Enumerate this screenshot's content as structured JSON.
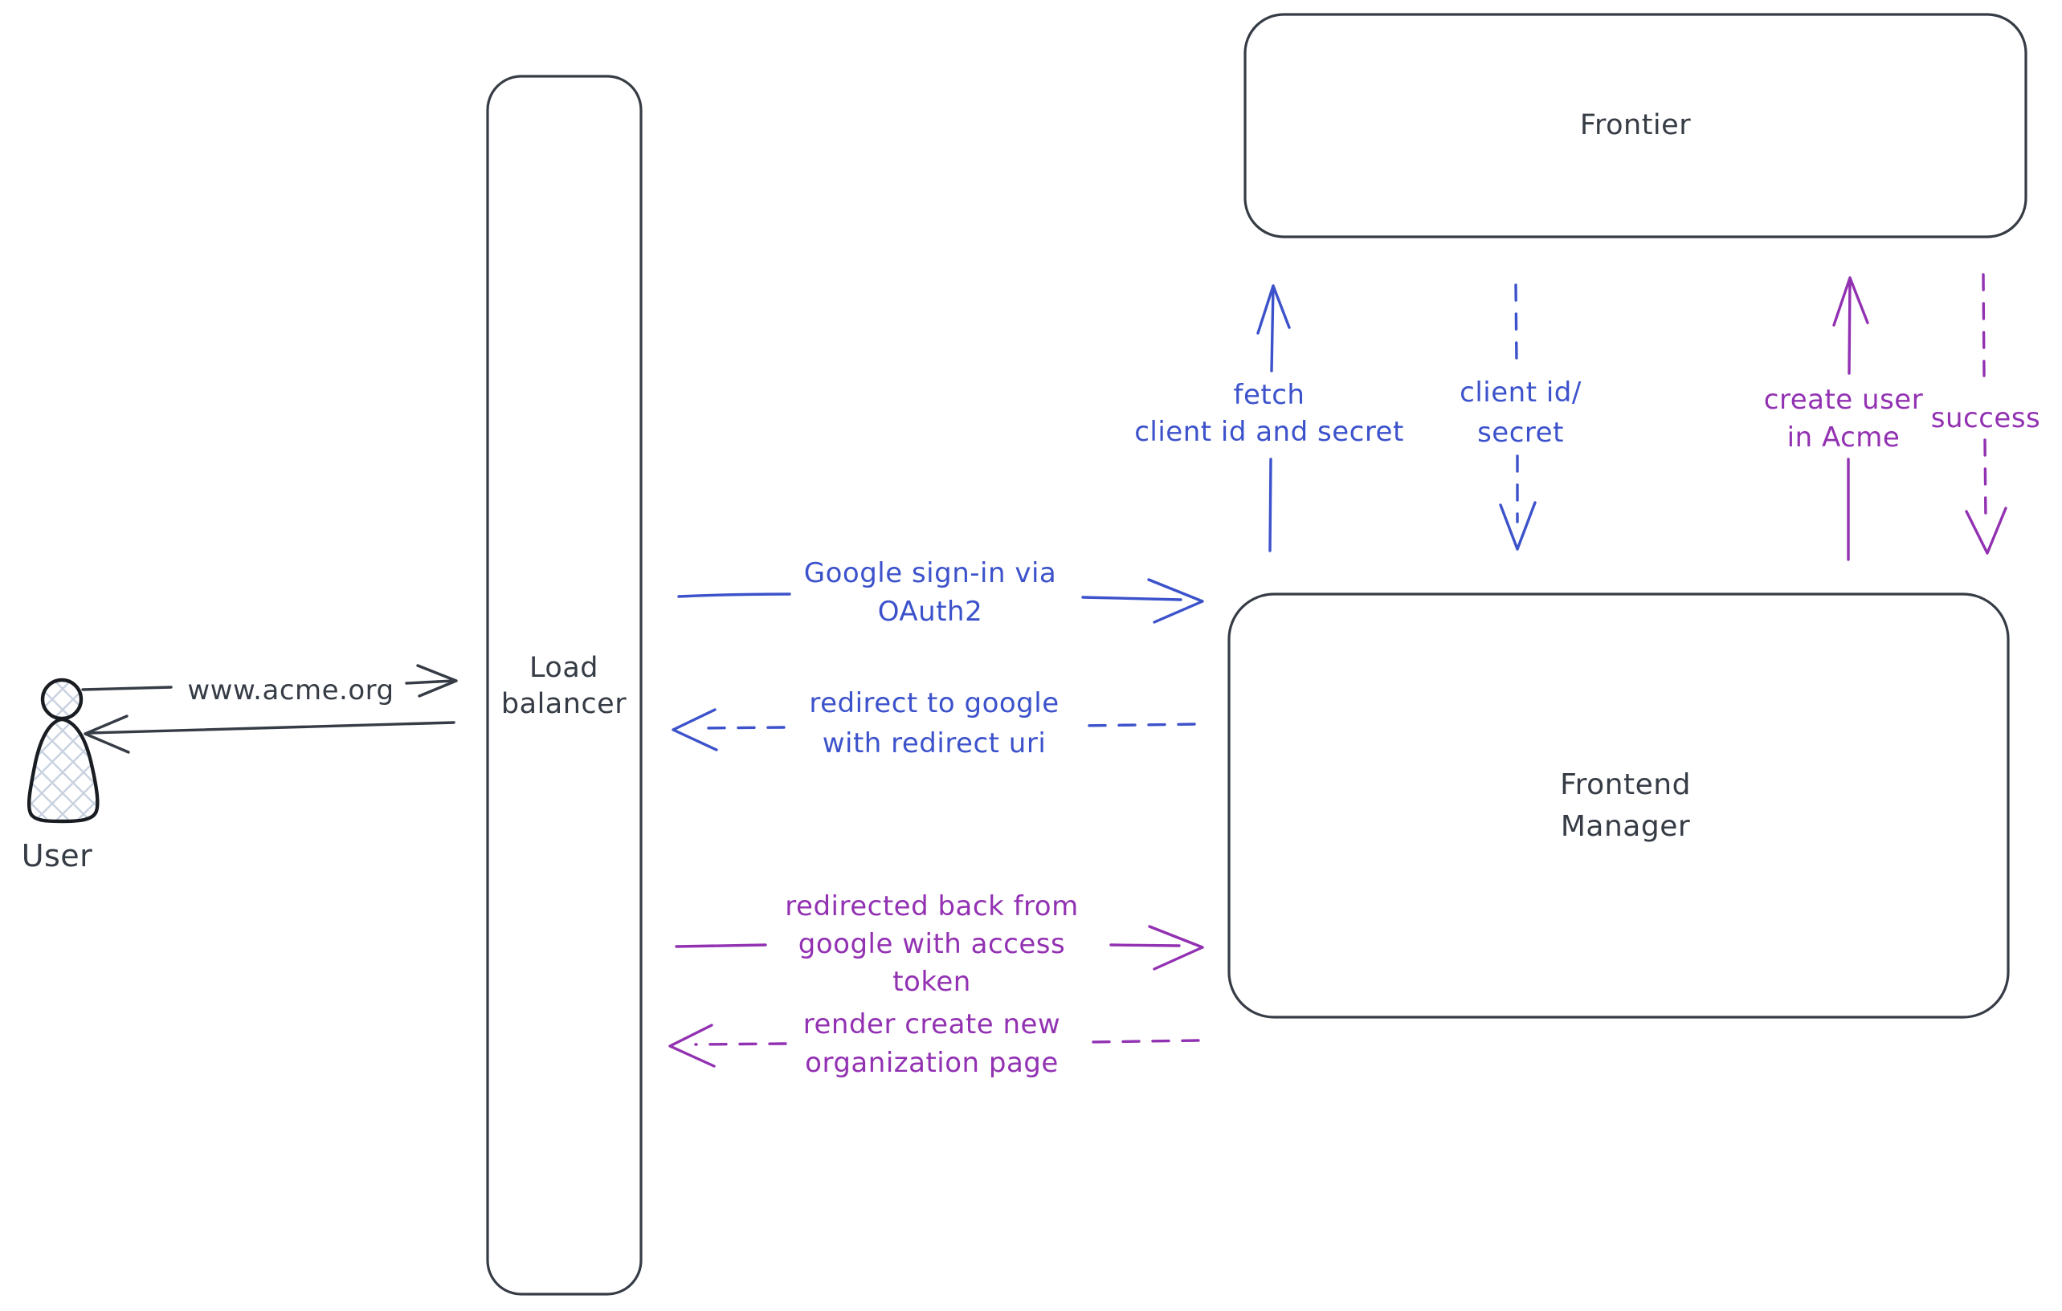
{
  "title": "OAuth sign-in flow diagram",
  "colors": {
    "ink": "#363c45",
    "blue": "#3c52cb",
    "purple": "#9231b2",
    "hatch": "#c9d2e0",
    "background": "#ffffff"
  },
  "nodes": {
    "user": {
      "label": "User",
      "type": "actor"
    },
    "load_balancer": {
      "label": "Load balancer",
      "type": "box"
    },
    "frontier": {
      "label": "Frontier",
      "type": "box"
    },
    "frontend_manager": {
      "label": "Frontend Manager",
      "type": "box"
    }
  },
  "edges": {
    "acme_request": {
      "from": "user",
      "to": "load_balancer",
      "style": "solid",
      "color": "ink",
      "lines": [
        "www.acme.org"
      ]
    },
    "acme_response": {
      "from": "load_balancer",
      "to": "user",
      "style": "solid",
      "color": "ink",
      "lines": []
    },
    "google_signin": {
      "from": "load_balancer",
      "to": "frontend_manager",
      "style": "solid",
      "color": "blue",
      "lines": [
        "Google sign-in via",
        "OAuth2"
      ]
    },
    "redirect_to_google": {
      "from": "frontend_manager",
      "to": "load_balancer",
      "style": "dashed",
      "color": "blue",
      "lines": [
        "redirect to google",
        "with redirect uri"
      ]
    },
    "fetch_client_id": {
      "from": "frontend_manager",
      "to": "frontier",
      "style": "solid",
      "color": "blue",
      "lines": [
        "fetch",
        "client id and secret"
      ]
    },
    "client_id_secret": {
      "from": "frontier",
      "to": "frontend_manager",
      "style": "dashed",
      "color": "blue",
      "lines": [
        "client id/",
        "secret"
      ]
    },
    "create_user": {
      "from": "frontend_manager",
      "to": "frontier",
      "style": "solid",
      "color": "purple",
      "lines": [
        "create user",
        "in Acme"
      ]
    },
    "success": {
      "from": "frontier",
      "to": "frontend_manager",
      "style": "dashed",
      "color": "purple",
      "lines": [
        "success"
      ]
    },
    "redirected_back": {
      "from": "load_balancer",
      "to": "frontend_manager",
      "style": "solid",
      "color": "purple",
      "lines": [
        "redirected back from",
        "google with access",
        "token"
      ]
    },
    "render_org_page": {
      "from": "frontend_manager",
      "to": "load_balancer",
      "style": "dashed",
      "color": "purple",
      "lines": [
        "render create new",
        "organization page"
      ]
    }
  }
}
